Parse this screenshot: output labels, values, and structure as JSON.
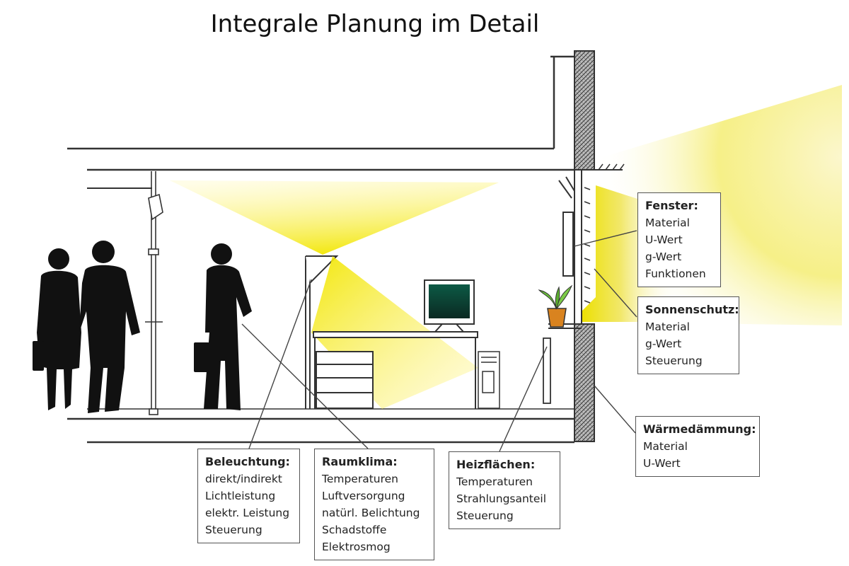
{
  "title": "Integrale Planung im Detail",
  "colors": {
    "light": "#f2e600",
    "wall": "#444444",
    "plant": "#d9831f"
  },
  "labels": {
    "fenster": {
      "heading": "Fenster:",
      "items": [
        "Material",
        "U-Wert",
        "g-Wert",
        "Funktionen"
      ]
    },
    "sonnenschutz": {
      "heading": "Sonnenschutz:",
      "items": [
        "Material",
        "g-Wert",
        "Steuerung"
      ]
    },
    "waermedaemmung": {
      "heading": "Wärmedämmung:",
      "items": [
        "Material",
        "U-Wert"
      ]
    },
    "beleuchtung": {
      "heading": "Beleuchtung:",
      "items": [
        "direkt/indirekt",
        "Lichtleistung",
        "elektr. Leistung",
        "Steuerung"
      ]
    },
    "raumklima": {
      "heading": "Raumklima:",
      "items": [
        "Temperaturen",
        "Luftversorgung",
        "natürl. Belichtung",
        "Schadstoffe",
        "Elektrosmog"
      ]
    },
    "heizflaechen": {
      "heading": "Heizflächen:",
      "items": [
        "Temperaturen",
        "Strahlungsanteil",
        "Steuerung"
      ]
    }
  }
}
